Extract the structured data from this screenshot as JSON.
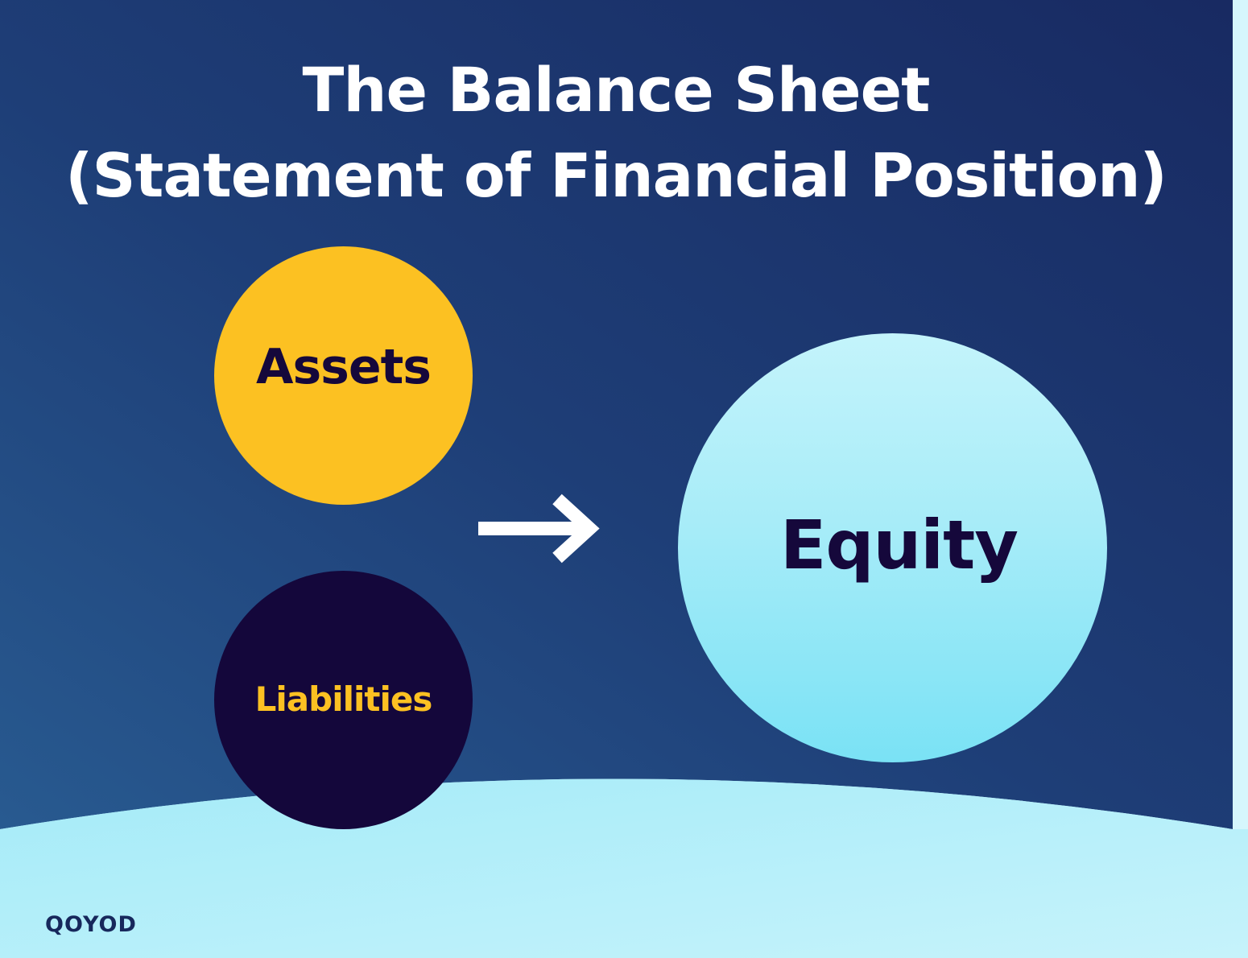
{
  "title": {
    "line1": "The Balance Sheet",
    "line2": "(Statement of Financial Position)"
  },
  "diagram": {
    "nodes": [
      {
        "id": "assets",
        "label": "Assets",
        "fill": "#fcc122",
        "text_color": "#15083b"
      },
      {
        "id": "liabilities",
        "label": "Liabilities",
        "fill": "#14073b",
        "text_color": "#fcc122"
      },
      {
        "id": "equity",
        "label": "Equity",
        "fill": "#a7ecf8",
        "text_color": "#15083b"
      }
    ],
    "edges": [
      {
        "from": [
          "assets",
          "liabilities"
        ],
        "to": "equity",
        "icon": "arrow-right-icon"
      }
    ]
  },
  "brand": {
    "logo_text": "QOYOD"
  },
  "colors": {
    "background_dark": "#1b3166",
    "background_left": "#24508a",
    "ground": "#b3eef9",
    "text_white": "#ffffff"
  }
}
